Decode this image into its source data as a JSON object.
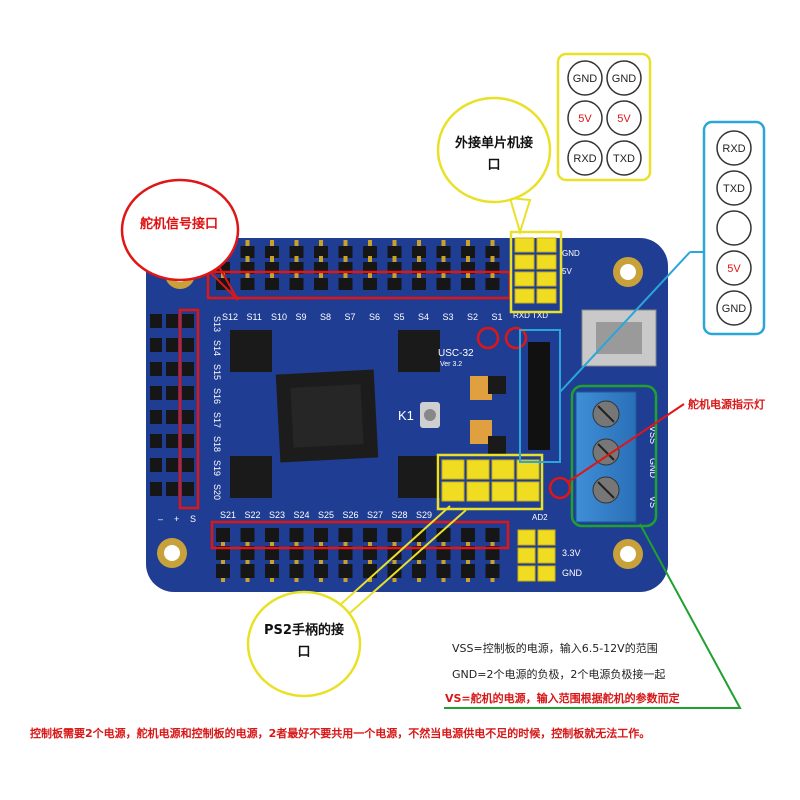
{
  "callouts": {
    "servo_signal": "舵机信号接口",
    "mcu_line1": "外接单片机接",
    "mcu_line2": "口",
    "ps2_line1": "PS2手柄的接",
    "ps2_line2": "口",
    "power_led": "舵机电源指示灯"
  },
  "pin_grid": {
    "rows": [
      [
        "GND",
        "GND"
      ],
      [
        "5V",
        "5V"
      ],
      [
        "RXD",
        "TXD"
      ]
    ],
    "colors": {
      "GND": "#222222",
      "5V": "#d81818",
      "RXD": "#222222",
      "TXD": "#222222"
    }
  },
  "pin_column": {
    "pins": [
      "RXD",
      "TXD",
      "",
      "5V",
      "GND"
    ]
  },
  "board": {
    "model": "USC-32",
    "version": "Ver 3.2",
    "k1": "K1",
    "top_labels": [
      "S12",
      "S11",
      "S10",
      "S9",
      "S8",
      "S7",
      "S6",
      "S5",
      "S4",
      "S3",
      "S2",
      "S1"
    ],
    "left_labels": [
      "S13",
      "S14",
      "S15",
      "S16",
      "S17",
      "S18",
      "S19",
      "S20"
    ],
    "bottom_labels": [
      "S21",
      "S22",
      "S23",
      "S24",
      "S25",
      "S26",
      "S27",
      "S28",
      "S29"
    ],
    "left_polarity": [
      "–",
      "+",
      "S"
    ],
    "rxd_txd": "RXD TXD",
    "header_5v": "5V",
    "header_gnd": "GND",
    "vss": "VSS",
    "gnd": "GND",
    "vs": "VS",
    "v33": "3.3V",
    "gnd2": "GND",
    "ad2": "AD2"
  },
  "notes": {
    "vss": "VSS=控制板的电源，输入6.5-12V的范围",
    "gnd": "GND=2个电源的负极，2个电源负极接一起",
    "vs": "VS=舵机的电源，输入范围根据舵机的参数而定",
    "bottom": "控制板需要2个电源，舵机电源和控制板的电源，2者最好不要共用一个电源，不然当电源供电不足的时候，控制板就无法工作。"
  },
  "colors": {
    "board_blue": "#1f3e93",
    "red_frame": "#e01515",
    "yellow_frame": "#e9e128",
    "cyan_frame": "#2aa6d8",
    "green_line": "#20a030"
  }
}
